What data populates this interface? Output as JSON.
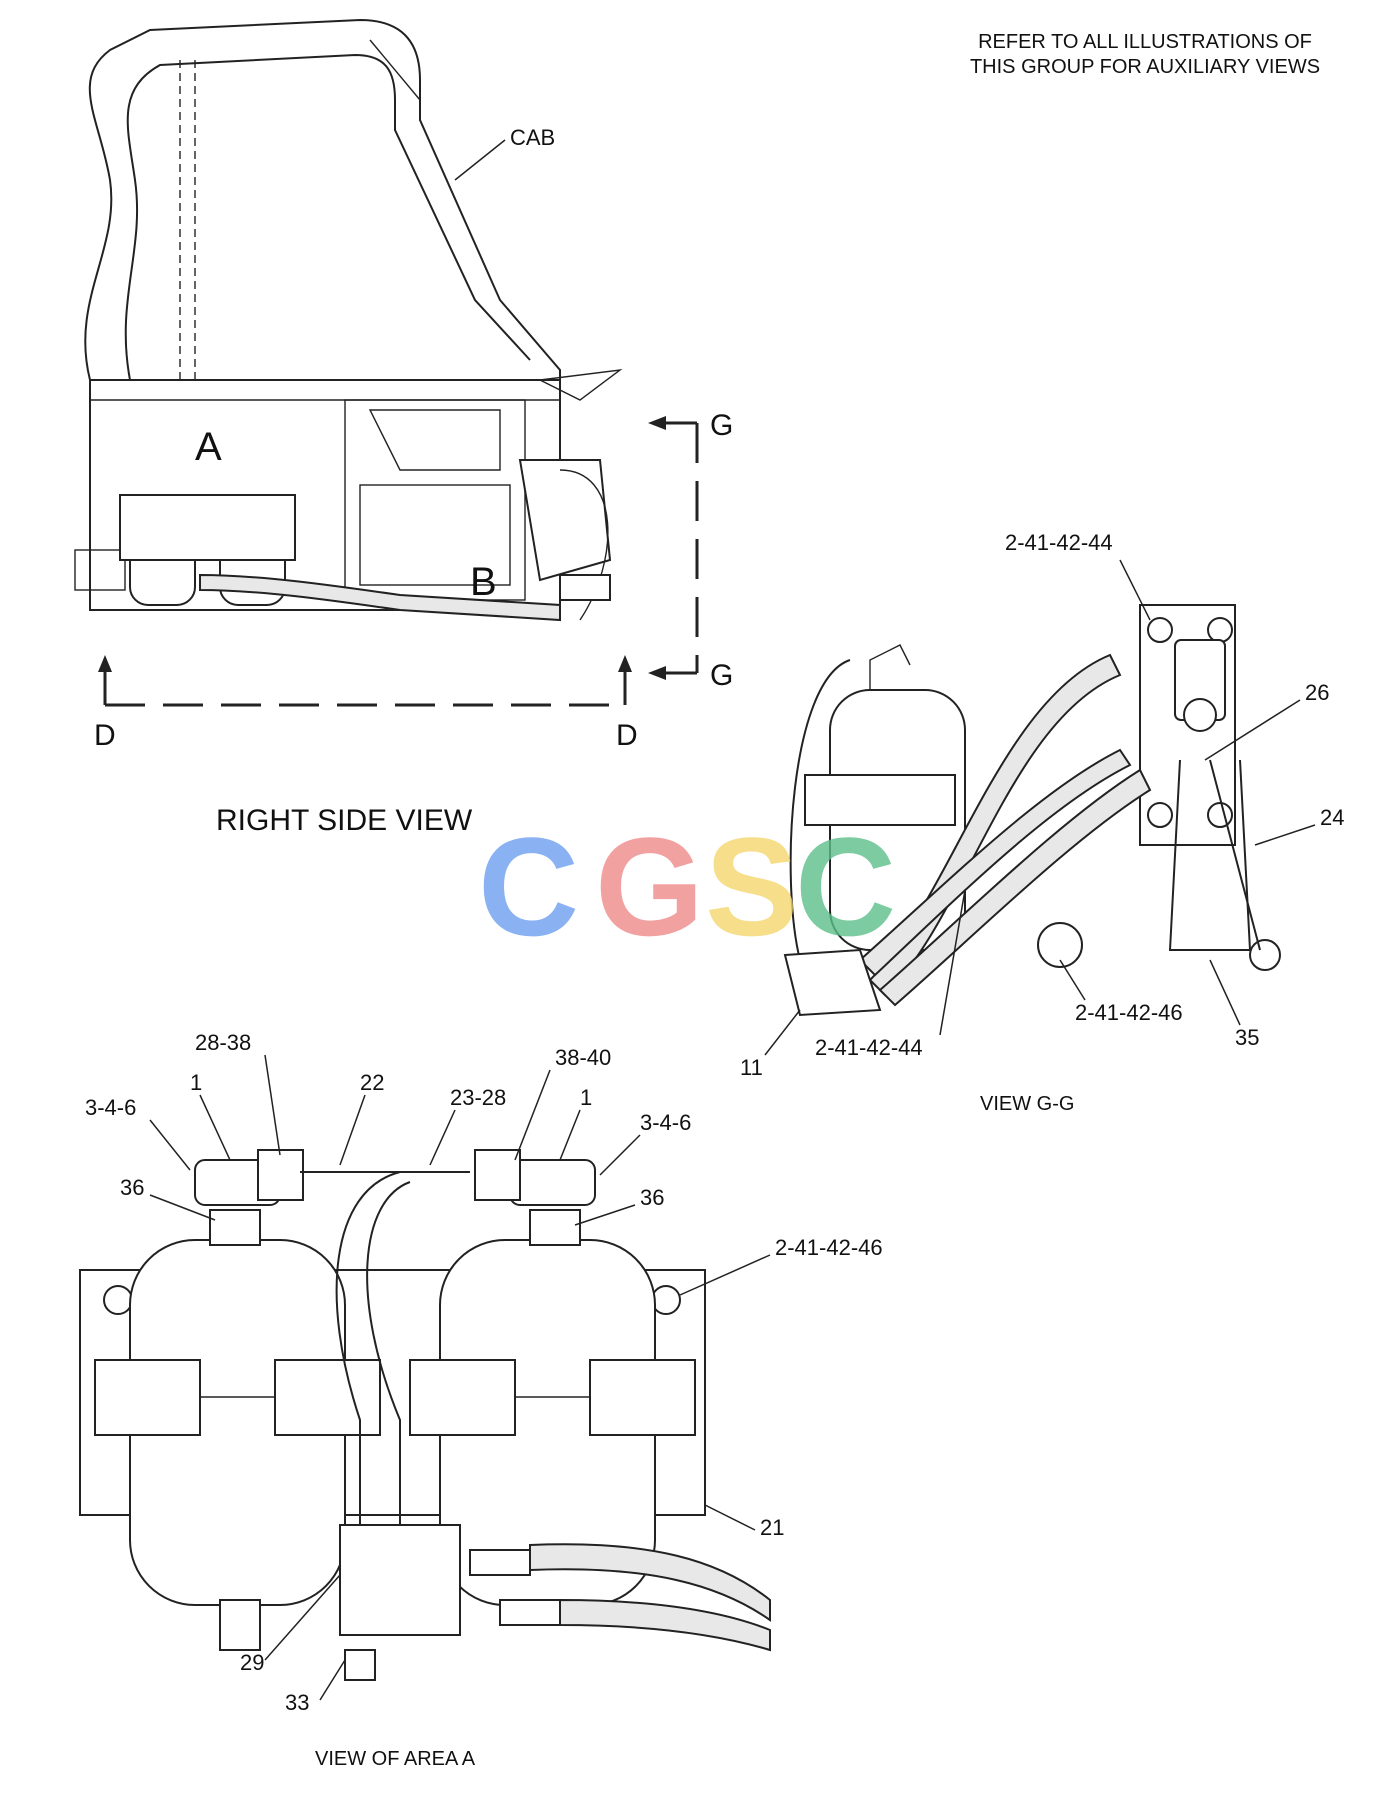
{
  "note": {
    "line1": "REFER TO ALL ILLUSTRATIONS OF",
    "line2": "THIS GROUP FOR AUXILIARY VIEWS"
  },
  "right_side_view": {
    "title": "RIGHT SIDE VIEW",
    "cab_label": "CAB",
    "area_a": "A",
    "area_b": "B",
    "section_g_top": "G",
    "section_g_bottom": "G",
    "section_d_left": "D",
    "section_d_right": "D"
  },
  "view_gg": {
    "title": "VIEW G-G",
    "callouts": [
      "2-41-42-44",
      "26",
      "24",
      "2-41-42-46",
      "35",
      "2-41-42-44",
      "11"
    ]
  },
  "view_area_a": {
    "title": "VIEW OF AREA A",
    "callouts": [
      "28-38",
      "1",
      "3-4-6",
      "36",
      "22",
      "23-28",
      "38-40",
      "1",
      "3-4-6",
      "36",
      "2-41-42-46",
      "21",
      "29",
      "33"
    ]
  },
  "watermark": {
    "text": "CGSC",
    "colors": [
      "#6ea0f0",
      "#f08a8a",
      "#f5d76e",
      "#5cbf8a"
    ]
  }
}
